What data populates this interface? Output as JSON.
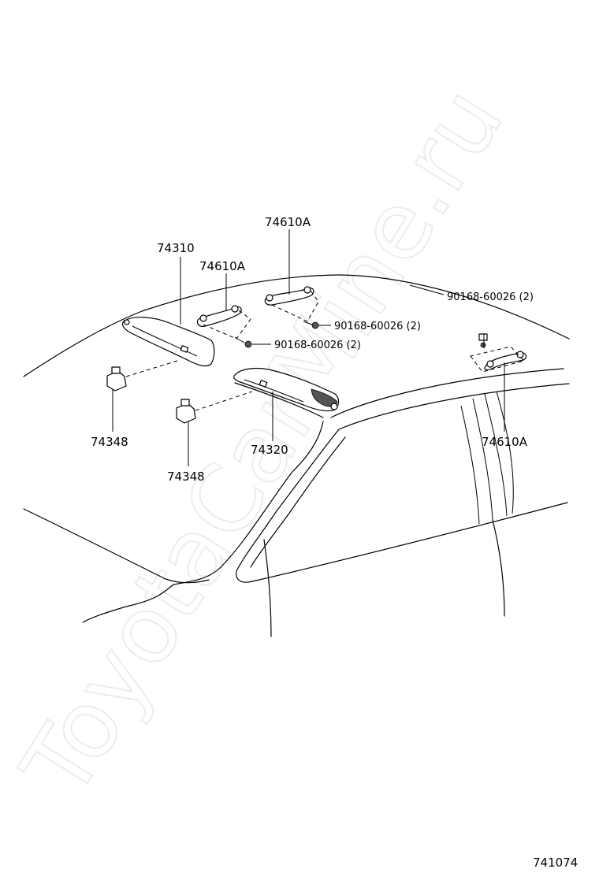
{
  "diagram": {
    "watermark": "ToyotaCarMine.ru",
    "figure_code": "741074",
    "labels": {
      "handle_top": "74610A",
      "visor_left": "74310",
      "handle_left": "74610A",
      "screw_right_top": "90168-60026 (2)",
      "screw_mid": "90168-60026 (2)",
      "screw_left": "90168-60026 (2)",
      "holder_left": "74348",
      "holder_right": "74348",
      "visor_right": "74320",
      "handle_rear": "74610A"
    }
  }
}
